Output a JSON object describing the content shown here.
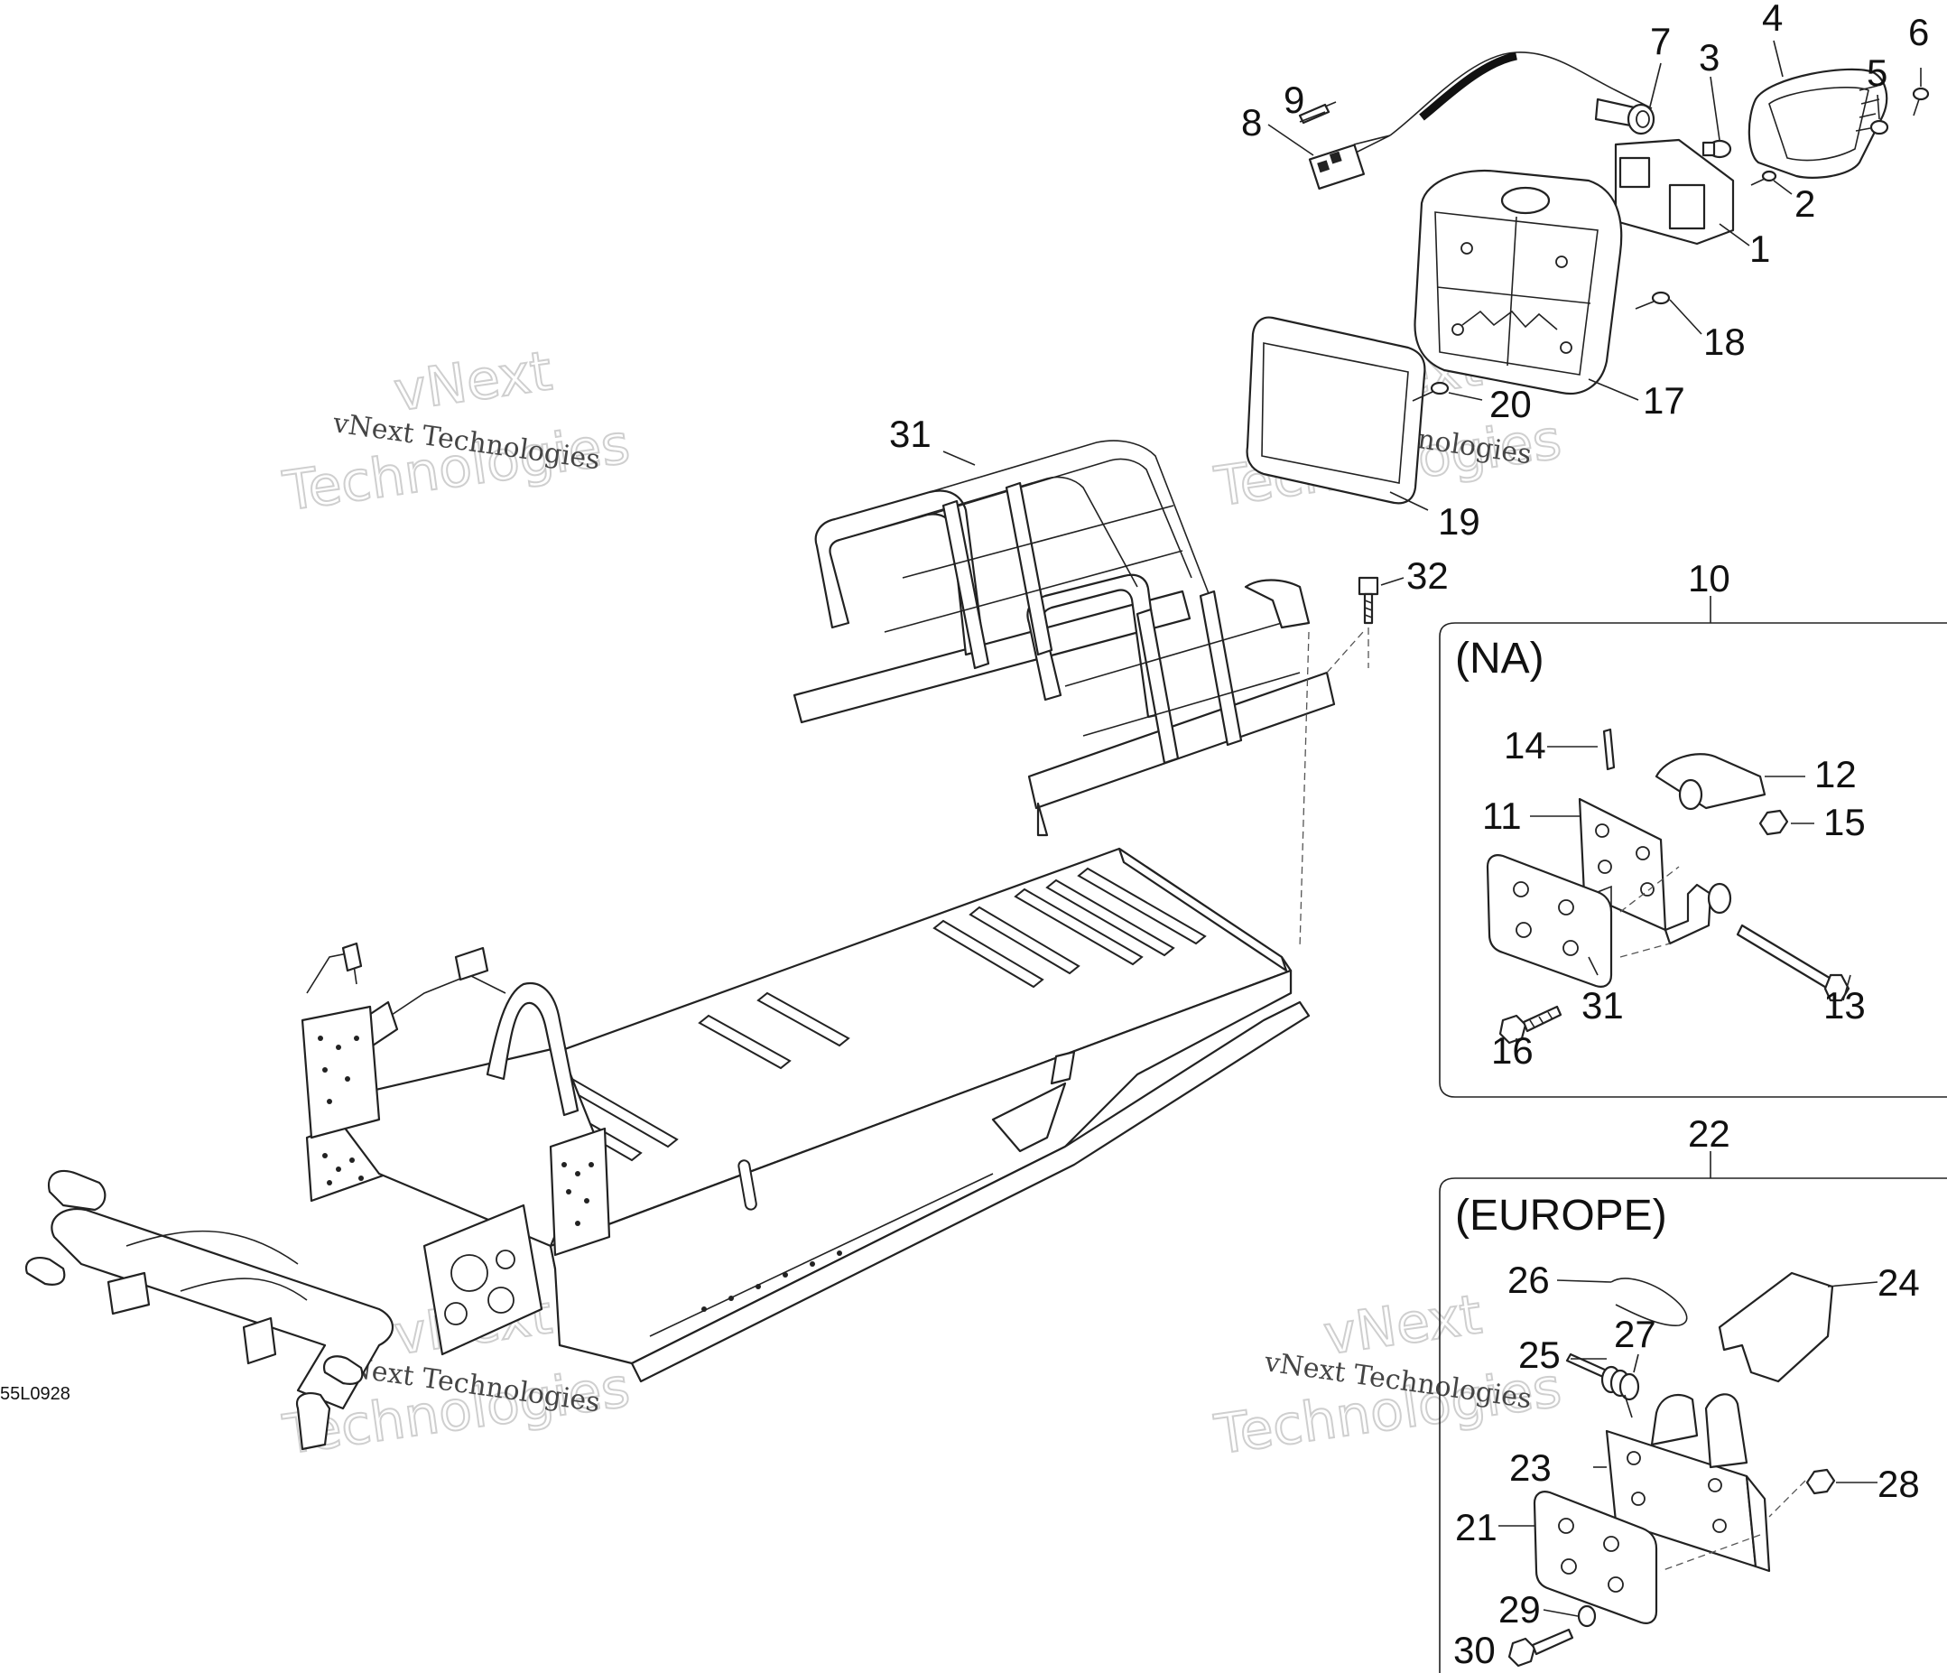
{
  "drawing_number": "55L0928",
  "watermark": {
    "small_text": "vNext Technologies",
    "big_line1": "vNext",
    "big_line2": "Technologies"
  },
  "regions": {
    "na": {
      "callout": "10",
      "title": "(NA)"
    },
    "europe": {
      "callout": "22",
      "title": "(EUROPE)"
    }
  },
  "callouts": {
    "c1": "1",
    "c2": "2",
    "c3": "3",
    "c4": "4",
    "c5": "5",
    "c6": "6",
    "c7": "7",
    "c8": "8",
    "c9": "9",
    "c11": "11",
    "c12": "12",
    "c13": "13",
    "c14": "14",
    "c15": "15",
    "c16": "16",
    "c17": "17",
    "c18": "18",
    "c19": "19",
    "c20": "20",
    "c21": "21",
    "c23": "23",
    "c24": "24",
    "c25": "25",
    "c26": "26",
    "c27": "27",
    "c28": "28",
    "c29": "29",
    "c30": "30",
    "c31_rack": "31",
    "c31_plate": "31",
    "c32": "32"
  }
}
